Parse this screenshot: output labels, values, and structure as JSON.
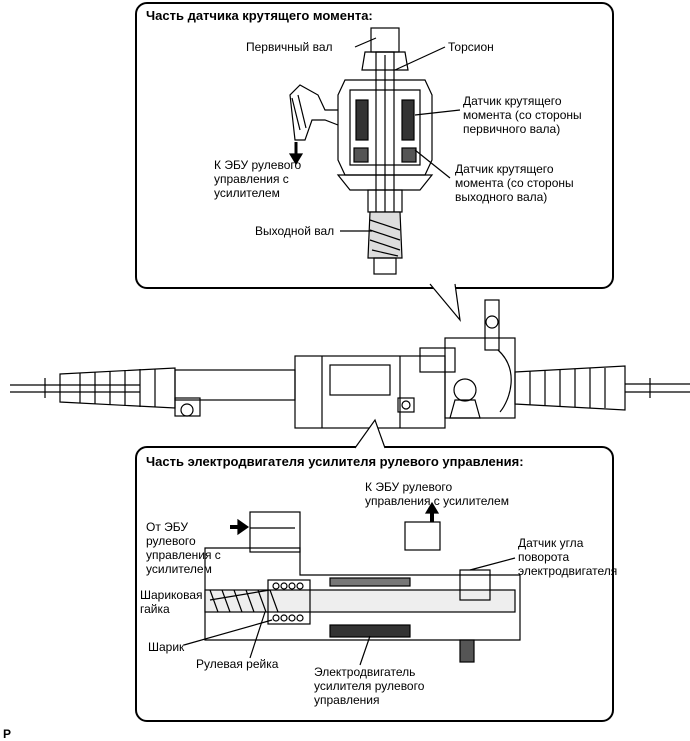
{
  "torque_sensor_section": {
    "heading": "Часть датчика крутящего момента:",
    "labels": {
      "input_shaft": "Первичный вал",
      "torsion_bar": "Торсион",
      "sensor_input_side": "Датчик крутящего\nмомента (со стороны\nпервичного вала)",
      "to_ecu": "К ЭБУ рулевого\nуправления с\nусилителем",
      "sensor_output_side": "Датчик крутящего\nмомента (со стороны\nвыходного вала)",
      "output_shaft": "Выходной вал"
    }
  },
  "motor_section": {
    "heading": "Часть электродвигателя усилителя рулевого управления:",
    "labels": {
      "to_ecu": "К ЭБУ рулевого\nуправления с усилителем",
      "from_ecu": "От ЭБУ\nрулевого\nуправления с\nусилителем",
      "motor_angle_sensor": "Датчик угла\nповорота\nэлектродвигателя",
      "ball_nut": "Шариковая\nгайка",
      "ball": "Шарик",
      "steering_rack": "Рулевая рейка",
      "motor": "Электродвигатель\nусилителя рулевого\nуправления"
    }
  },
  "corner_mark": "P"
}
